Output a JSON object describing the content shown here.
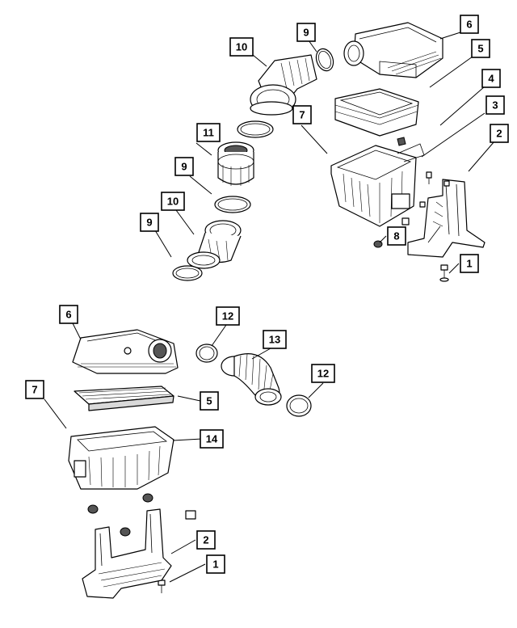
{
  "callouts": {
    "top_10": "10",
    "top_9a": "9",
    "top_6": "6",
    "top_5": "5",
    "top_4": "4",
    "top_3": "3",
    "top_2": "2",
    "top_7": "7",
    "top_11": "11",
    "top_9b": "9",
    "top_10b": "10",
    "top_9c": "9",
    "top_8": "8",
    "top_1": "1",
    "bot_6": "6",
    "bot_12a": "12",
    "bot_13": "13",
    "bot_12b": "12",
    "bot_7": "7",
    "bot_5": "5",
    "bot_14": "14",
    "bot_2": "2",
    "bot_1": "1"
  }
}
